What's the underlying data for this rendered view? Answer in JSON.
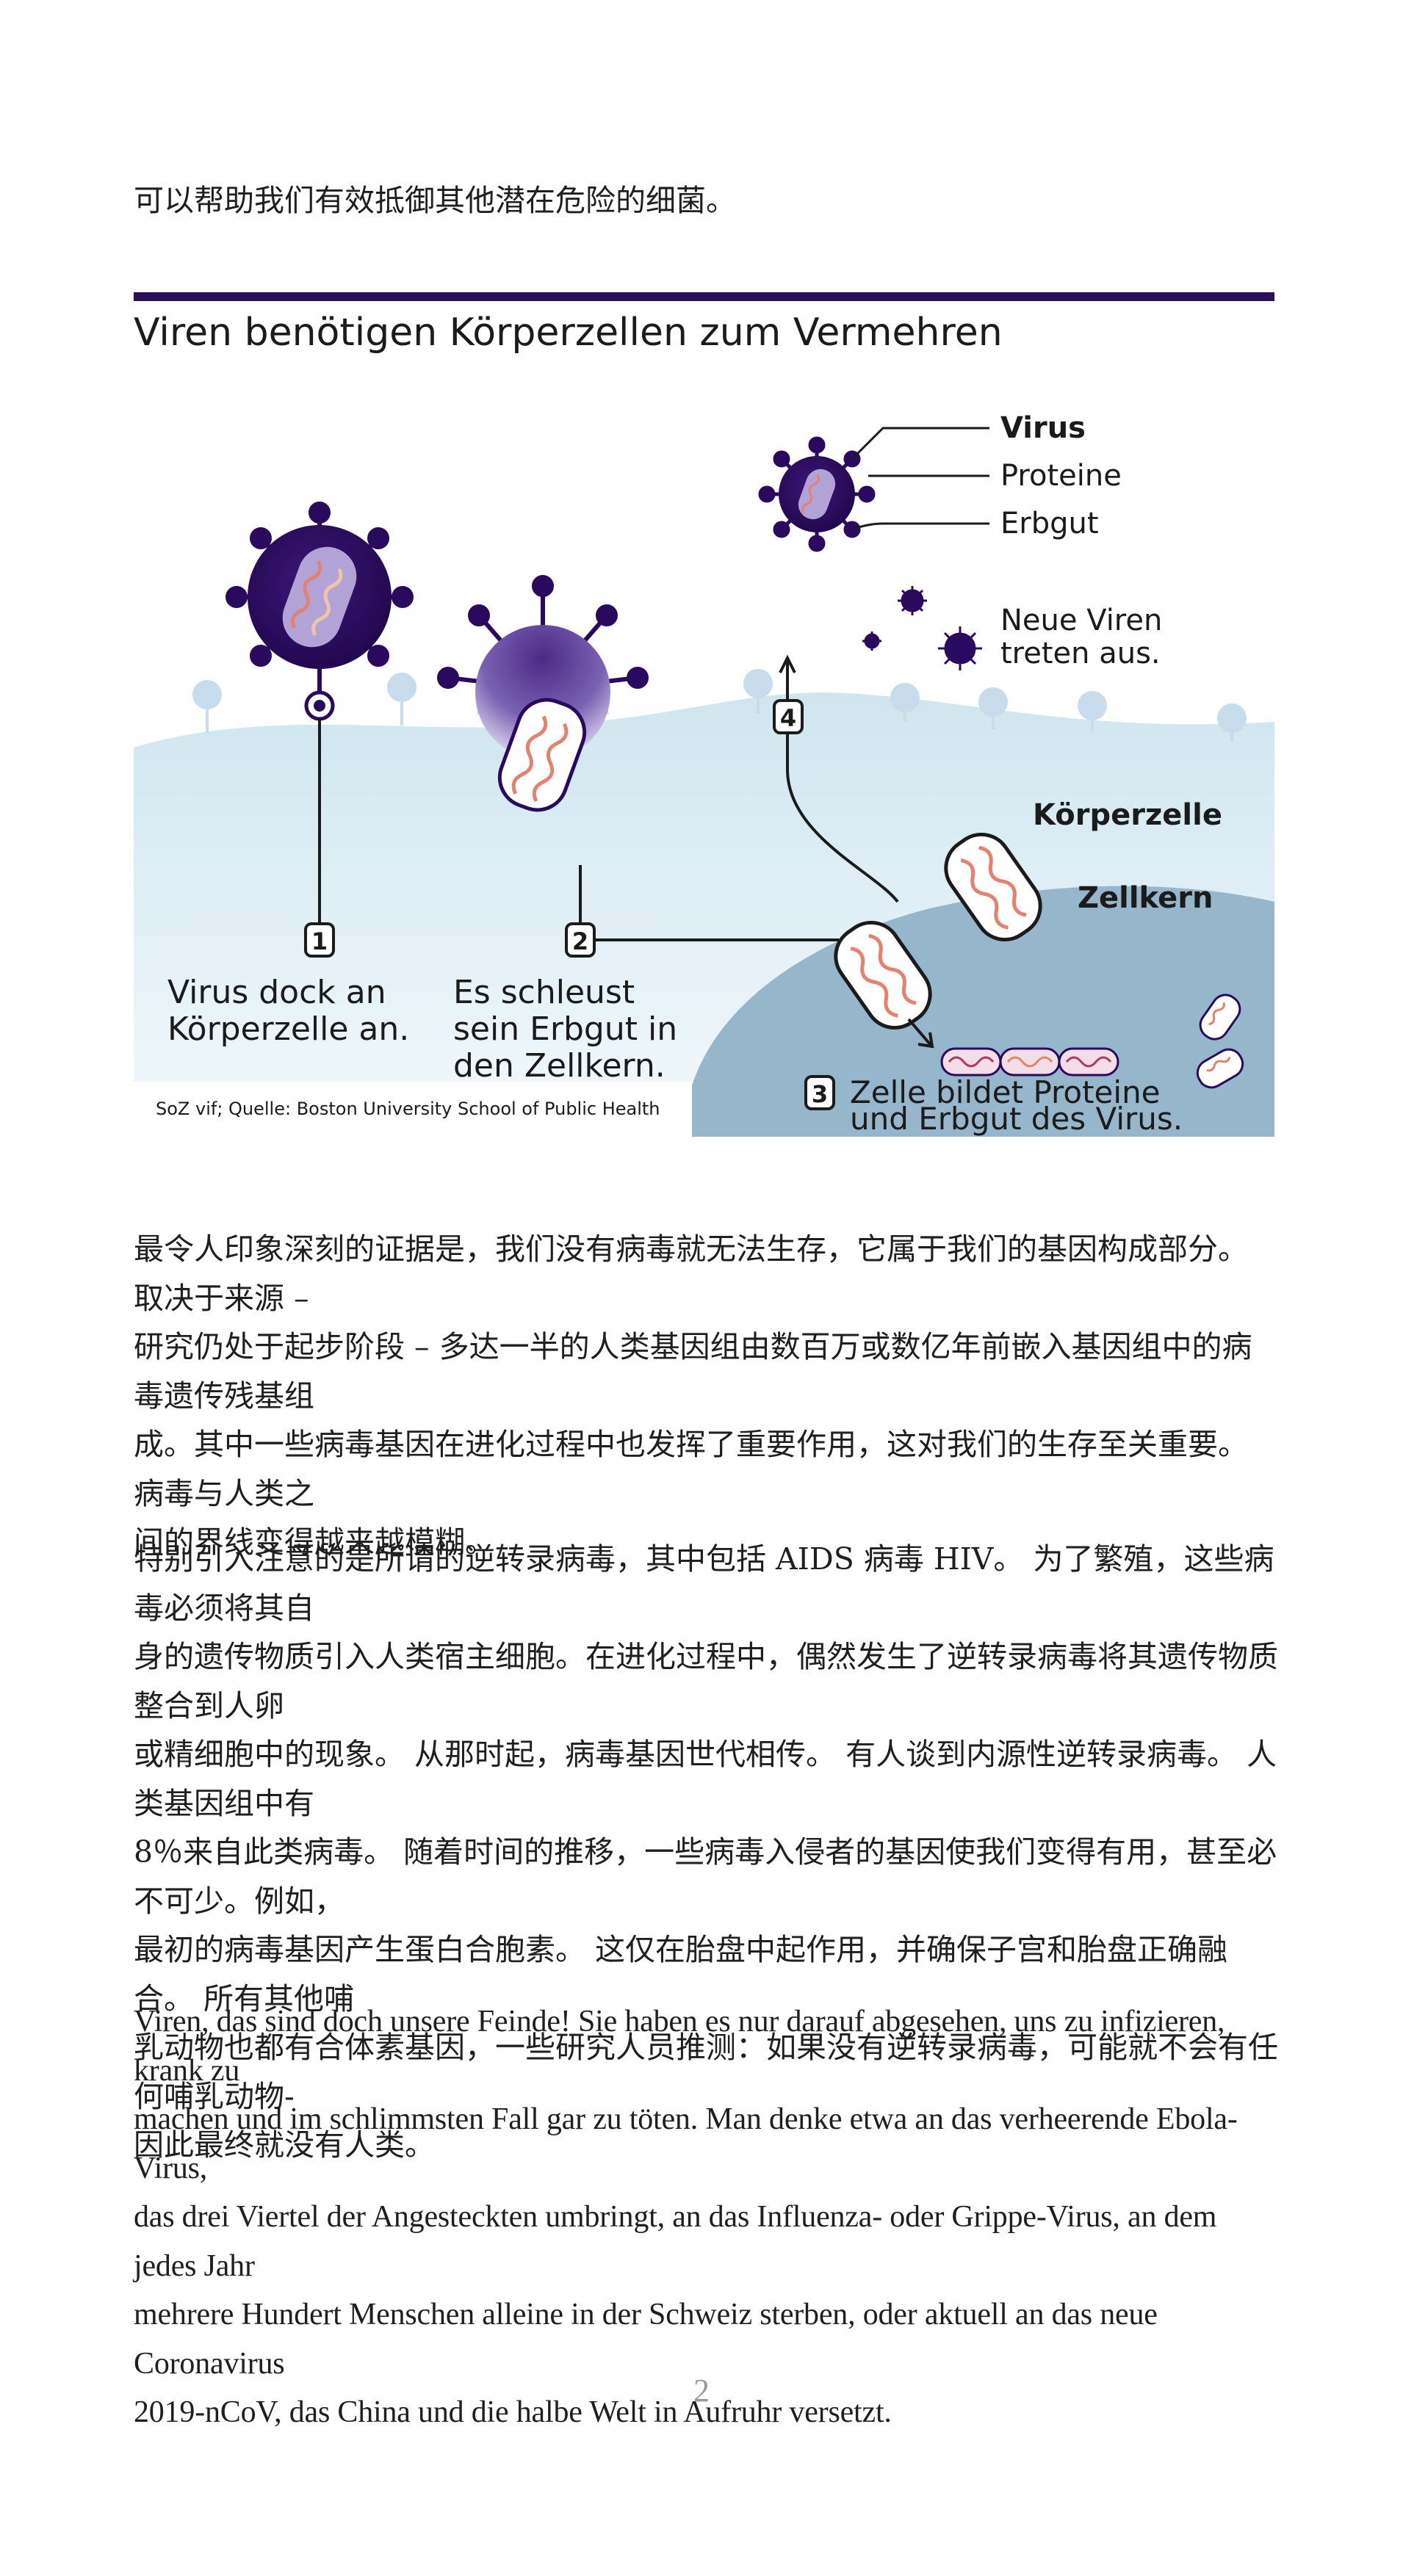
{
  "intro_line": "可以帮助我们有效抵御其他潜在危险的细菌。",
  "figure": {
    "title": "Viren benötigen Körperzellen zum Vermehren",
    "legend": {
      "virus": "Virus",
      "proteine": "Proteine",
      "erbgut": "Erbgut"
    },
    "steps": [
      {
        "number": "1",
        "text_lines": [
          "Virus dock an",
          "Körperzelle an."
        ]
      },
      {
        "number": "2",
        "text_lines": [
          "Es schleust",
          "sein Erbgut in",
          "den Zellkern."
        ]
      },
      {
        "number": "3",
        "text_lines": [
          "Zelle bildet Proteine",
          "und Erbgut des Virus."
        ]
      },
      {
        "number": "4",
        "text_lines": [
          "Neue Viren",
          "treten aus."
        ]
      }
    ],
    "label_koerperzelle": "Körperzelle",
    "label_zellkern": "Zellkern",
    "source": "SoZ vif; Quelle: Boston University School of Public Health",
    "colors": {
      "accent_bar": "#2a0f5a",
      "virus_dark": "#2a0a5e",
      "virus_mid": "#4a2a86",
      "cell_light": "#dcecf3",
      "nucleus": "#96b6cc",
      "rna": "#e5816f"
    }
  },
  "paragraphs": [
    "最令人印象深刻的证据是，我们没有病毒就无法生存，它属于我们的基因构成部分。 取决于来源 –\n研究仍处于起步阶段 – 多达一半的人类基因组由数百万或数亿年前嵌入基因组中的病毒遗传残基组\n成。其中一些病毒基因在进化过程中也发挥了重要作用，这对我们的生存至关重要。 病毒与人类之\n间的界线变得越来越模糊。",
    "特别引入注意的是所谓的逆转录病毒，其中包括 AIDS 病毒 HIV。 为了繁殖，这些病毒必须将其自\n身的遗传物质引入人类宿主细胞。在进化过程中，偶然发生了逆转录病毒将其遗传物质整合到人卵\n或精细胞中的现象。 从那时起，病毒基因世代相传。 有人谈到内源性逆转录病毒。 人类基因组中有\n8％来自此类病毒。 随着时间的推移，一些病毒入侵者的基因使我们变得有用，甚至必不可少。例如，\n最初的病毒基因产生蛋白合胞素。 这仅在胎盘中起作用，并确保子宫和胎盘正确融合。 所有其他哺\n乳动物也都有合体素基因，一些研究人员推测：如果没有逆转录病毒，可能就不会有任何哺乳动物-\n因此最终就没有人类。",
    "Viren, das sind doch unsere Feinde! Sie haben es nur darauf abgesehen, uns zu infizieren, krank zu\nmachen und im schlimmsten Fall gar zu töten. Man denke etwa an das verheerende Ebola-Virus,\ndas drei Viertel der Angesteckten umbringt, an das Influenza- oder Grippe-Virus, an dem jedes Jahr\nmehrere Hundert Menschen alleine in der Schweiz sterben, oder aktuell an das neue Coronavirus\n2019-nCoV, das China und die halbe Welt in Aufruhr versetzt."
  ],
  "page_number": "2"
}
